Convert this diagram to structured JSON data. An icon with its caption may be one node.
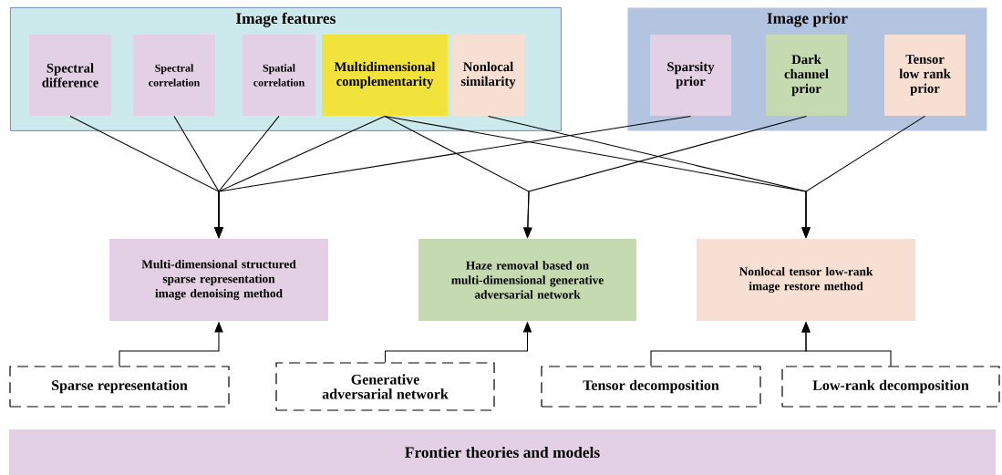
{
  "diagram": {
    "nodes": [
      {
        "text": [
          "Image features"
        ]
      },
      {
        "text": [
          "Spectral difference"
        ],
        "in": 0
      },
      {
        "text": [
          "Spectral correlation"
        ],
        "in": 0
      },
      {
        "text": [
          "Spatial correlation"
        ],
        "in": 0
      },
      {
        "text": [
          "Multidimensional complementarity"
        ],
        "in": 0
      },
      {
        "text": [
          "Nonlocal similarity"
        ],
        "in": 0
      },
      {
        "text": [
          "Image prior"
        ]
      },
      {
        "text": [
          "Sparsity prior"
        ],
        "in": 6
      },
      {
        "text": [
          "Dark channel prior"
        ],
        "in": 6
      },
      {
        "text": [
          "Tensor low rank prior"
        ],
        "in": 6
      },
      {
        "text": [
          "Multi-dimensional structured sparse representation image denoising method"
        ]
      },
      {
        "text": [
          "Haze removal based on multi-dimensional generative adversarial network"
        ]
      },
      {
        "text": [
          "Nonlocal tensor low-rank image restore method"
        ]
      },
      {
        "text": [
          "Sparse representation"
        ]
      },
      {
        "text": [
          "Generative adversarial network"
        ]
      },
      {
        "text": [
          "Tensor decomposition"
        ]
      },
      {
        "text": [
          "Low-rank decomposition"
        ]
      },
      {
        "text": [
          "Frontier theories and models"
        ]
      }
    ],
    "edges": [
      {
        "from": 1,
        "to": 10,
        "arrow": "to"
      },
      {
        "from": 2,
        "to": 10,
        "arrow": "to"
      },
      {
        "from": 3,
        "to": 10,
        "arrow": "to"
      },
      {
        "from": 4,
        "to": 10,
        "arrow": "to"
      },
      {
        "from": 7,
        "to": 10,
        "arrow": "to"
      },
      {
        "from": 4,
        "to": 11,
        "arrow": "to"
      },
      {
        "from": 8,
        "to": 11,
        "arrow": "to"
      },
      {
        "from": 4,
        "to": 12,
        "arrow": "to"
      },
      {
        "from": 5,
        "to": 12,
        "arrow": "to"
      },
      {
        "from": 9,
        "to": 12,
        "arrow": "to"
      },
      {
        "from": 13,
        "to": 10,
        "arrow": "to"
      },
      {
        "from": 14,
        "to": 11,
        "arrow": "to"
      },
      {
        "from": 15,
        "to": 12,
        "arrow": "to"
      },
      {
        "from": 16,
        "to": 12,
        "arrow": "to"
      }
    ]
  }
}
